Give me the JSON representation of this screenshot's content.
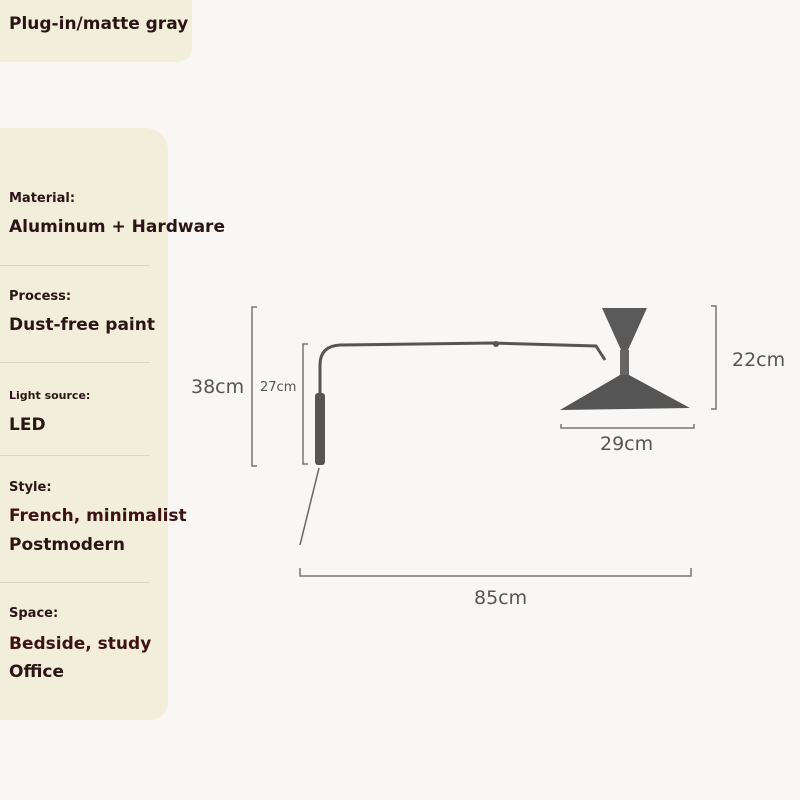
{
  "header": {
    "finish": "Plug-in/matte gray"
  },
  "specs": [
    {
      "label": "Material:",
      "values": [
        "Aluminum + Hardware"
      ]
    },
    {
      "label": "Process:",
      "values": [
        "Dust-free paint"
      ]
    },
    {
      "label": "Light source:",
      "values": [
        "LED"
      ]
    },
    {
      "label": "Style:",
      "values": [
        "French, minimalist",
        "Postmodern"
      ]
    },
    {
      "label": "Space:",
      "values": [
        "Bedside, study",
        "Office"
      ]
    }
  ],
  "dimensions": {
    "total_height": "38cm",
    "backplate_height": "27cm",
    "shade_height": "22cm",
    "shade_width": "29cm",
    "arm_length": "85cm"
  },
  "colors": {
    "panel": "#f3eedc",
    "text": "#2a1414",
    "lamp": "#555555"
  }
}
